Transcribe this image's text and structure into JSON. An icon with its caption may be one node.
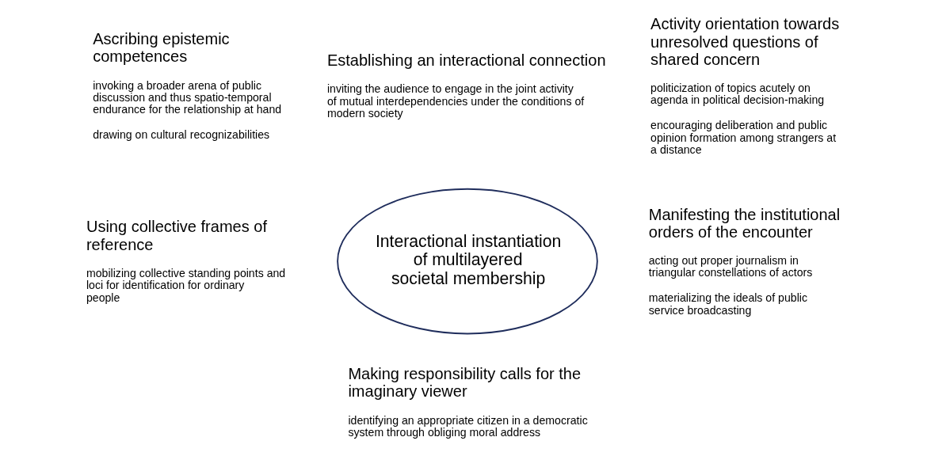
{
  "diagram": {
    "nodes": [
      {
        "text": [
          "Interactional instantiation of multilayered societal membership"
        ]
      }
    ],
    "labels": [
      "Ascribing epistemic competences",
      "invoking a broader arena of public discussion and thus spatio-temporal endurance for the relationship at hand",
      "drawing on cultural recognizabilities",
      "Establishing an interactional connection",
      "inviting the audience to engage in the joint activity of mutual interdependencies under the conditions of modern society",
      "Activity orientation towards unresolved questions of shared concern",
      "politicization of topics acutely on agenda in political decision-making",
      "encouraging deliberation and public opinion formation among strangers at a distance",
      "Using collective frames of reference",
      "mobilizing collective standing points and loci for identification for ordinary people",
      "Manifesting the institutional orders of the encounter",
      "acting out proper journalism in triangular constellations of actors",
      "materializing the ideals of public service broadcasting",
      "Making responsibility calls for the imaginary viewer",
      "identifying an appropriate citizen in a democratic system through obliging moral address"
    ]
  }
}
